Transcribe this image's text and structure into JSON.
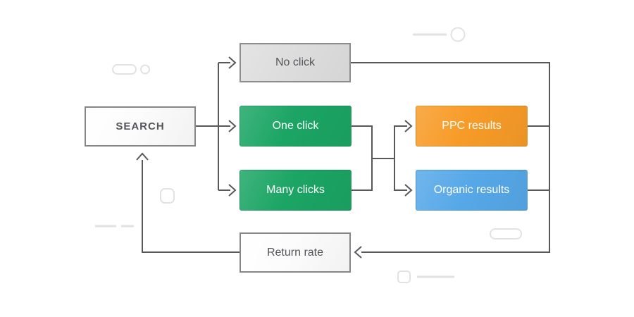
{
  "diagram": {
    "type": "flowchart",
    "nodes": {
      "search": {
        "label": "SEARCH",
        "fill": "#fdfdfd",
        "text": "#55565a"
      },
      "no_click": {
        "label": "No click",
        "fill": "#dcdcdc",
        "text": "#55565a"
      },
      "one_click": {
        "label": "One click",
        "fill": "#1ba564",
        "text": "#ffffff"
      },
      "many_clicks": {
        "label": "Many clicks",
        "fill": "#1ba564",
        "text": "#ffffff"
      },
      "ppc_results": {
        "label": "PPC results",
        "fill": "#f79b28",
        "text": "#ffffff"
      },
      "organic_results": {
        "label": "Organic results",
        "fill": "#56a8e8",
        "text": "#ffffff"
      },
      "return_rate": {
        "label": "Return rate",
        "fill": "#fdfdfd",
        "text": "#55565a"
      }
    },
    "edges": [
      {
        "from": "search",
        "to": "no_click"
      },
      {
        "from": "search",
        "to": "one_click"
      },
      {
        "from": "search",
        "to": "many_clicks"
      },
      {
        "from": "one_click",
        "to": "ppc_results"
      },
      {
        "from": "one_click",
        "to": "organic_results"
      },
      {
        "from": "many_clicks",
        "to": "ppc_results"
      },
      {
        "from": "many_clicks",
        "to": "organic_results"
      },
      {
        "from": "no_click",
        "to": "return_rate"
      },
      {
        "from": "ppc_results",
        "to": "return_rate"
      },
      {
        "from": "organic_results",
        "to": "return_rate"
      },
      {
        "from": "return_rate",
        "to": "search"
      }
    ]
  },
  "colors": {
    "connector": "#58585a",
    "decor": "#e2e2e2",
    "background": "#ffffff"
  }
}
